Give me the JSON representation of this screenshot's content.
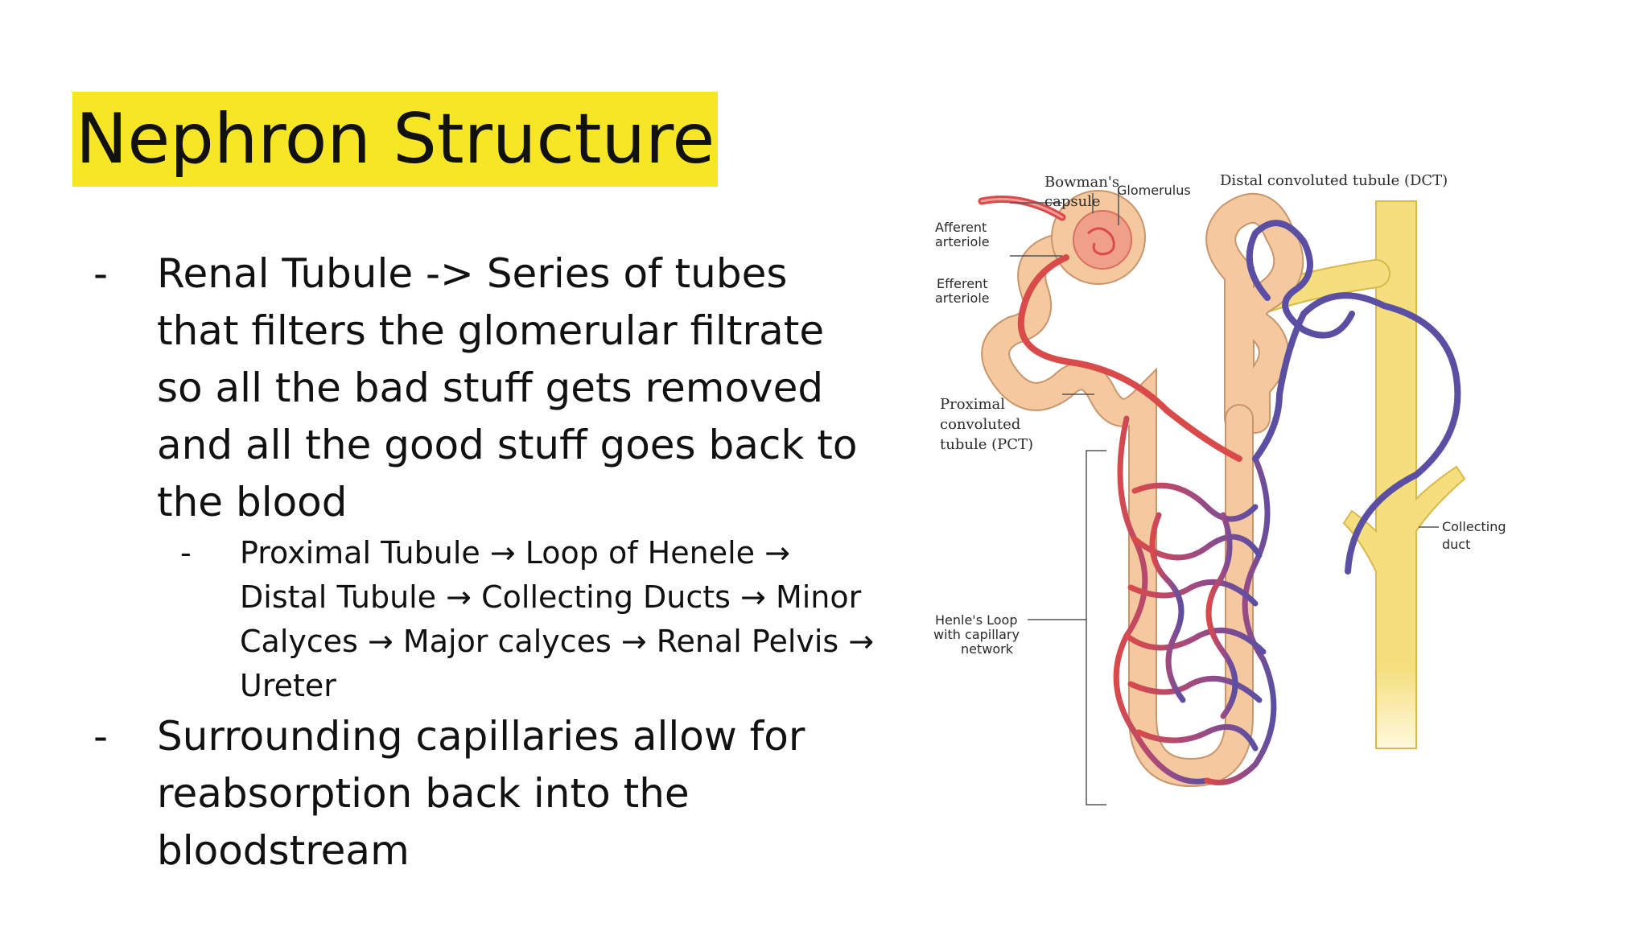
{
  "slide": {
    "title": "Nephron Structure",
    "bullets": [
      {
        "marker": "-",
        "text": "Renal Tubule -> Series of tubes that filters the glomerular filtrate so all the bad stuff gets removed and all the good stuff goes back to the blood",
        "sub": [
          {
            "marker": "-",
            "text": "Proximal Tubule → Loop of Henele → Distal Tubule → Collecting Ducts → Minor Calyces → Major calyces → Renal Pelvis → Ureter"
          }
        ]
      },
      {
        "marker": "-",
        "text": "Surrounding capillaries allow for reabsorption back into the bloodstream"
      }
    ]
  },
  "diagram": {
    "labels": {
      "bowmans_1": "Bowman's",
      "bowmans_2": "capsule",
      "glomerulus": "Glomerulus",
      "dct": "Distal convoluted tubule (DCT)",
      "afferent_1": "Afferent",
      "afferent_2": "arteriole",
      "efferent_1": "Efferent",
      "efferent_2": "arteriole",
      "pct_1": "Proximal",
      "pct_2": "convoluted",
      "pct_3": "tubule (PCT)",
      "henle_1": "Henle's Loop",
      "henle_2": "with capillary",
      "henle_3": "network",
      "duct_1": "Collecting",
      "duct_2": "duct"
    },
    "colors": {
      "title_highlight": "#f7e625",
      "tubule": "#f4c9a0",
      "tubule_edge": "#c9956b",
      "artery": "#d94a4a",
      "vein": "#5a4fa3",
      "duct": "#f4de7e",
      "duct_edge": "#d9b94a"
    }
  }
}
